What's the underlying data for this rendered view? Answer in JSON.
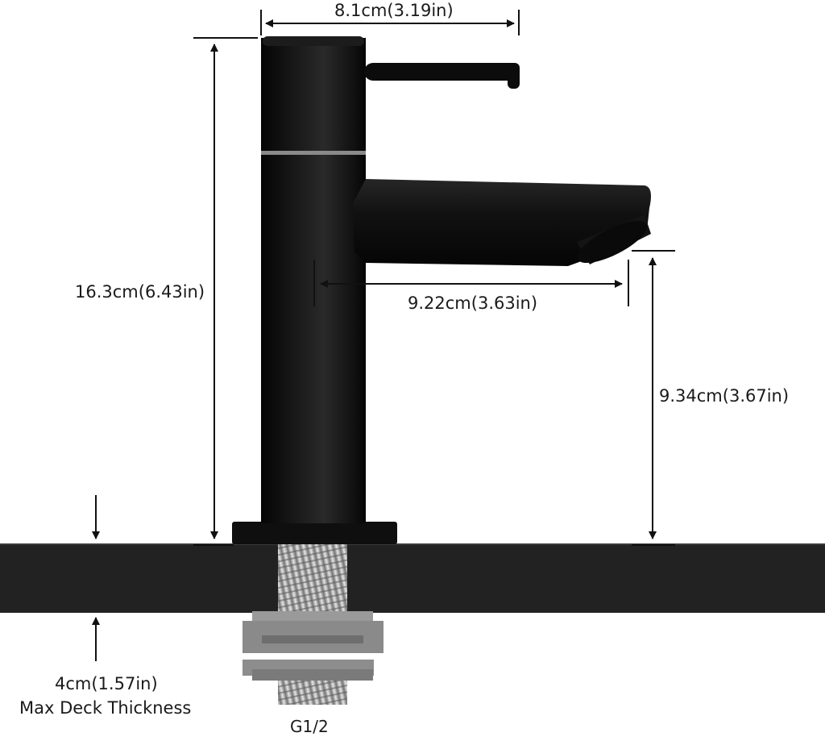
{
  "dimensions": {
    "top_width": "8.1cm(3.19in)",
    "total_height": "16.3cm(6.43in)",
    "spout_reach": "9.22cm(3.63in)",
    "spout_height": "9.34cm(3.67in)",
    "deck_thickness": "4cm(1.57in)",
    "deck_thickness_note": "Max Deck Thickness",
    "thread_size": "G1/2"
  },
  "colors": {
    "faucet_body": "#0b0b0b",
    "deck": "#222222",
    "thread": "#b7b7b7",
    "nut": "#8d8d8d",
    "dimension_line": "#111111",
    "accent_ring": "#8a8a8a"
  }
}
